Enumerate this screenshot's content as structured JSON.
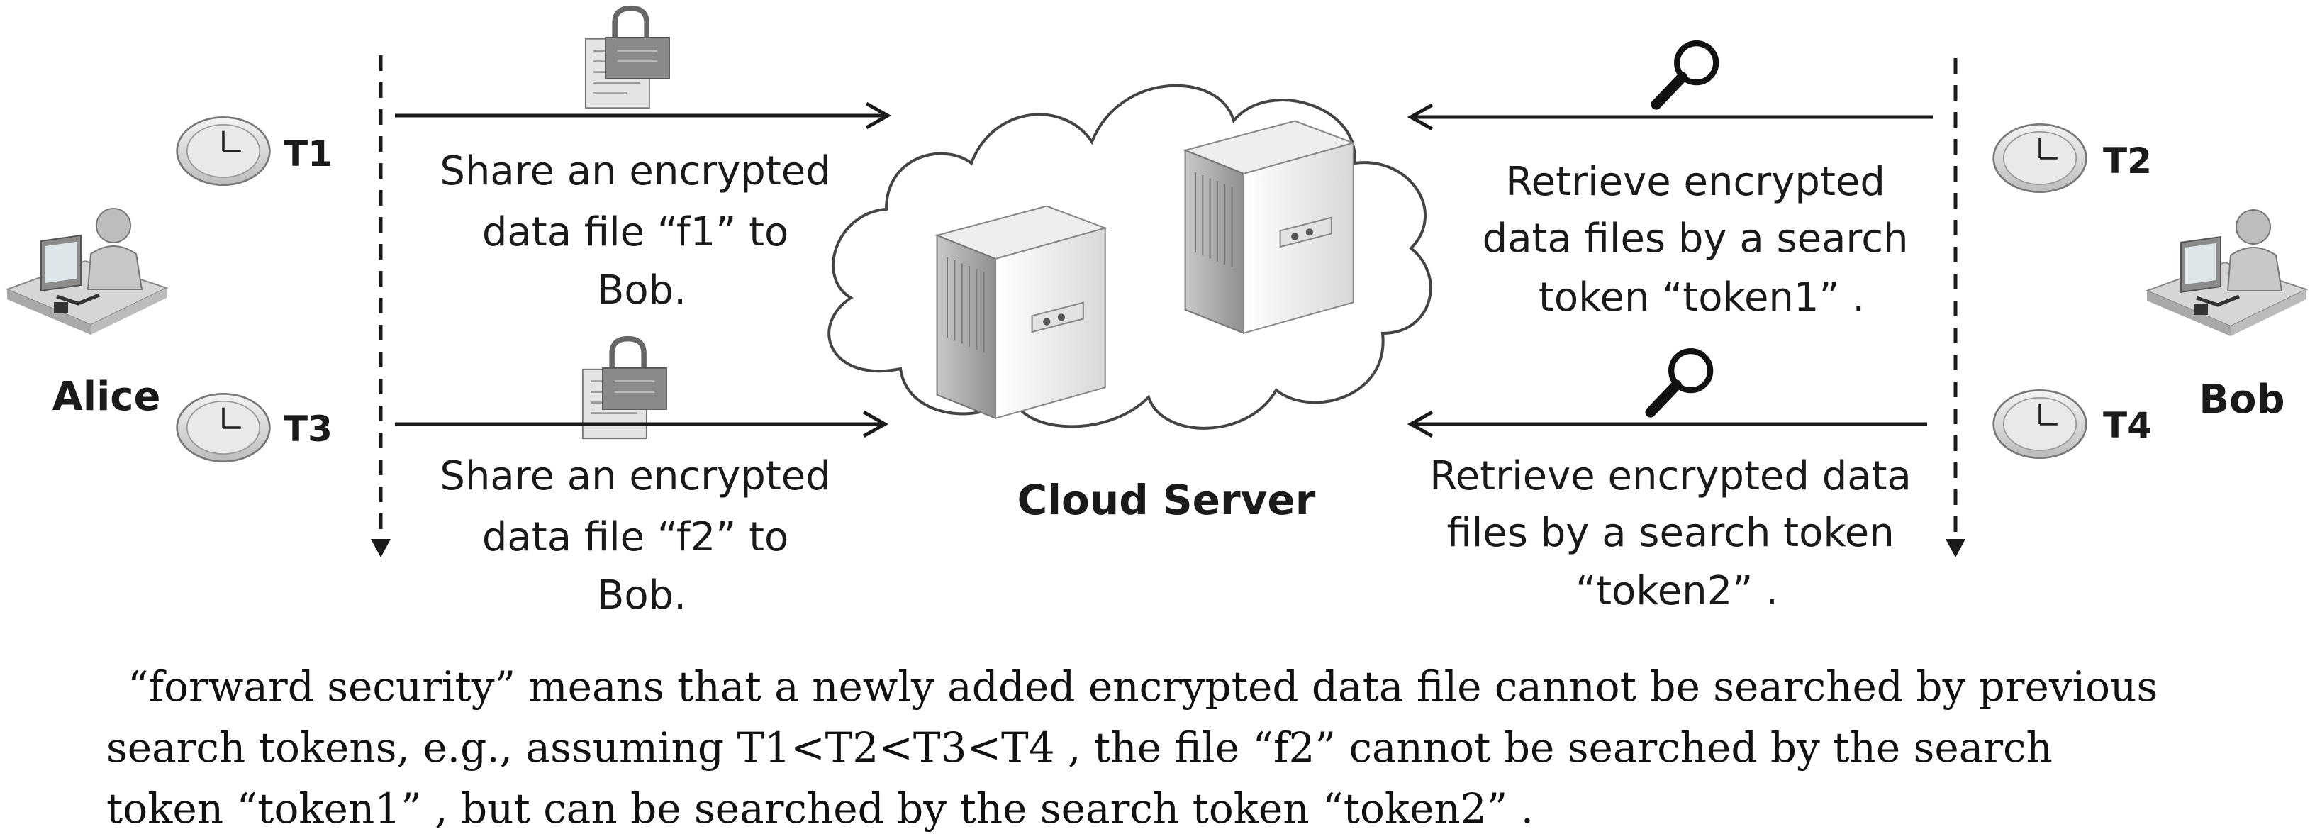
{
  "actors": {
    "left": "Alice",
    "right": "Bob"
  },
  "server": {
    "label": "Cloud Server"
  },
  "events": {
    "t1": {
      "time": "T1",
      "lines": [
        "Share an encrypted",
        "data file “f1” to",
        "Bob."
      ]
    },
    "t2": {
      "time": "T2",
      "lines": [
        "Retrieve encrypted",
        "data files by a search",
        "token “token1” ."
      ]
    },
    "t3": {
      "time": "T3",
      "lines": [
        "Share an encrypted",
        "data file “f2” to",
        "Bob."
      ]
    },
    "t4": {
      "time": "T4",
      "lines": [
        "Retrieve encrypted data",
        "files by a search token",
        "“token2” ."
      ]
    }
  },
  "icons": [
    "clock-icon",
    "user-computer-icon",
    "locked-document-icon",
    "magnifier-icon",
    "server-icon",
    "cloud-icon"
  ],
  "caption": {
    "lines": [
      "“forward security” means that a newly added encrypted data file cannot be searched by previous",
      "search tokens, e.g., assuming T1<T2<T3<T4 , the file “f2” cannot be searched by the search",
      "token “token1” , but can be searched by the search token “token2” ."
    ]
  }
}
